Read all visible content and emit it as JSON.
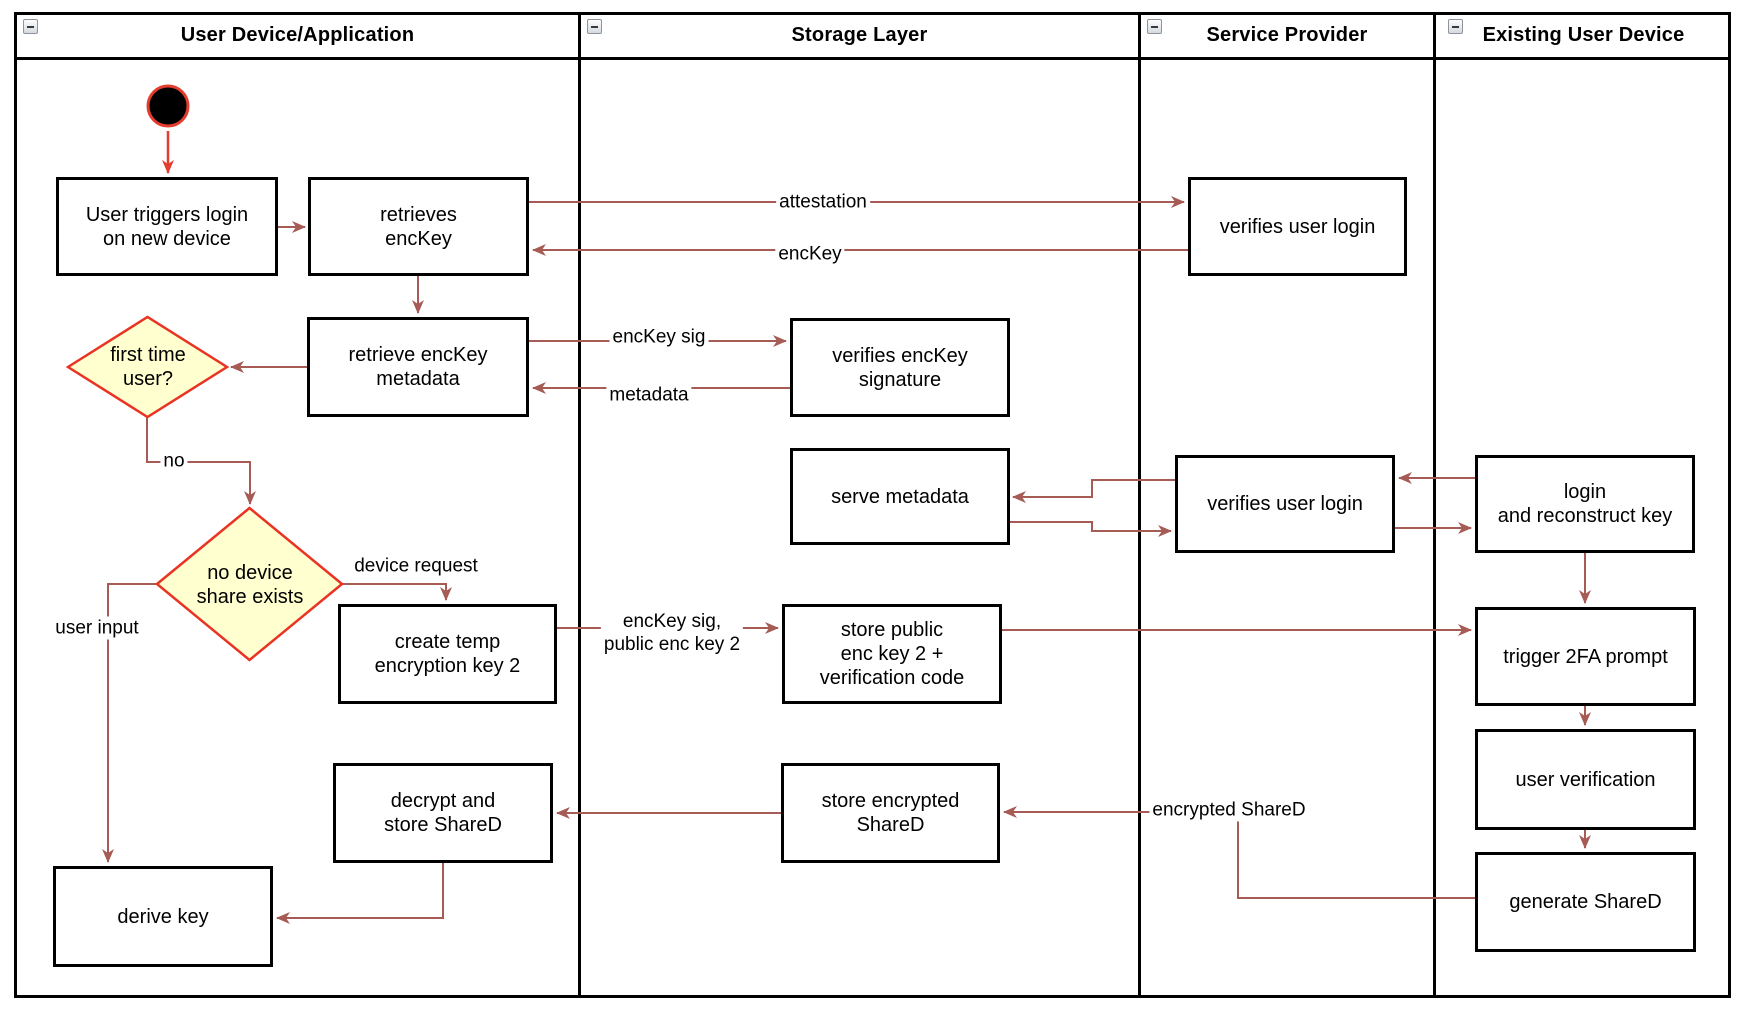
{
  "lanes": [
    {
      "title": "User Device/Application"
    },
    {
      "title": "Storage Layer"
    },
    {
      "title": "Service Provider"
    },
    {
      "title": "Existing User Device"
    }
  ],
  "nodes": {
    "start": {
      "type": "initial-node"
    },
    "user_triggers": {
      "label": "User triggers login\non new device"
    },
    "retrieves_enckey": {
      "label": "retrieves\nencKey"
    },
    "retrieve_metadata": {
      "label": "retrieve encKey\nmetadata"
    },
    "first_time_user": {
      "label": "first time\nuser?"
    },
    "no_device_share": {
      "label": "no device\nshare exists"
    },
    "create_temp_key": {
      "label": "create temp\nencryption key 2"
    },
    "decrypt_store_shared": {
      "label": "decrypt and\nstore ShareD"
    },
    "derive_key": {
      "label": "derive key"
    },
    "verifies_enckey_signature": {
      "label": "verifies encKey\nsignature"
    },
    "serve_metadata": {
      "label": "serve metadata"
    },
    "store_public_key": {
      "label": "store public\nenc key 2 +\nverification code"
    },
    "store_encrypted_shared": {
      "label": "store encrypted\nShareD"
    },
    "verifies_user_login_top": {
      "label": "verifies user login"
    },
    "verifies_user_login_mid": {
      "label": "verifies user login"
    },
    "login_reconstruct": {
      "label": "login\nand reconstruct key"
    },
    "trigger_2fa": {
      "label": "trigger 2FA prompt"
    },
    "user_verification": {
      "label": "user verification"
    },
    "generate_shared": {
      "label": "generate ShareD"
    }
  },
  "edge_labels": {
    "attestation": "attestation",
    "enckey": "encKey",
    "enckey_sig": "encKey sig",
    "metadata": "metadata",
    "no": "no",
    "device_request": "device request",
    "enckey_sig_public": "encKey sig,\npublic enc key 2",
    "user_input": "user input",
    "encrypted_shared": "encrypted ShareD"
  },
  "icons": {
    "lane_collapse": "collapse-minus-icon"
  },
  "colors": {
    "arrow": "#a65b55",
    "start_red": "#e23d2e",
    "diamond_fill": "#ffffcf",
    "diamond_border": "#ea3323",
    "node_border": "#000000",
    "lane_line": "#000000"
  }
}
